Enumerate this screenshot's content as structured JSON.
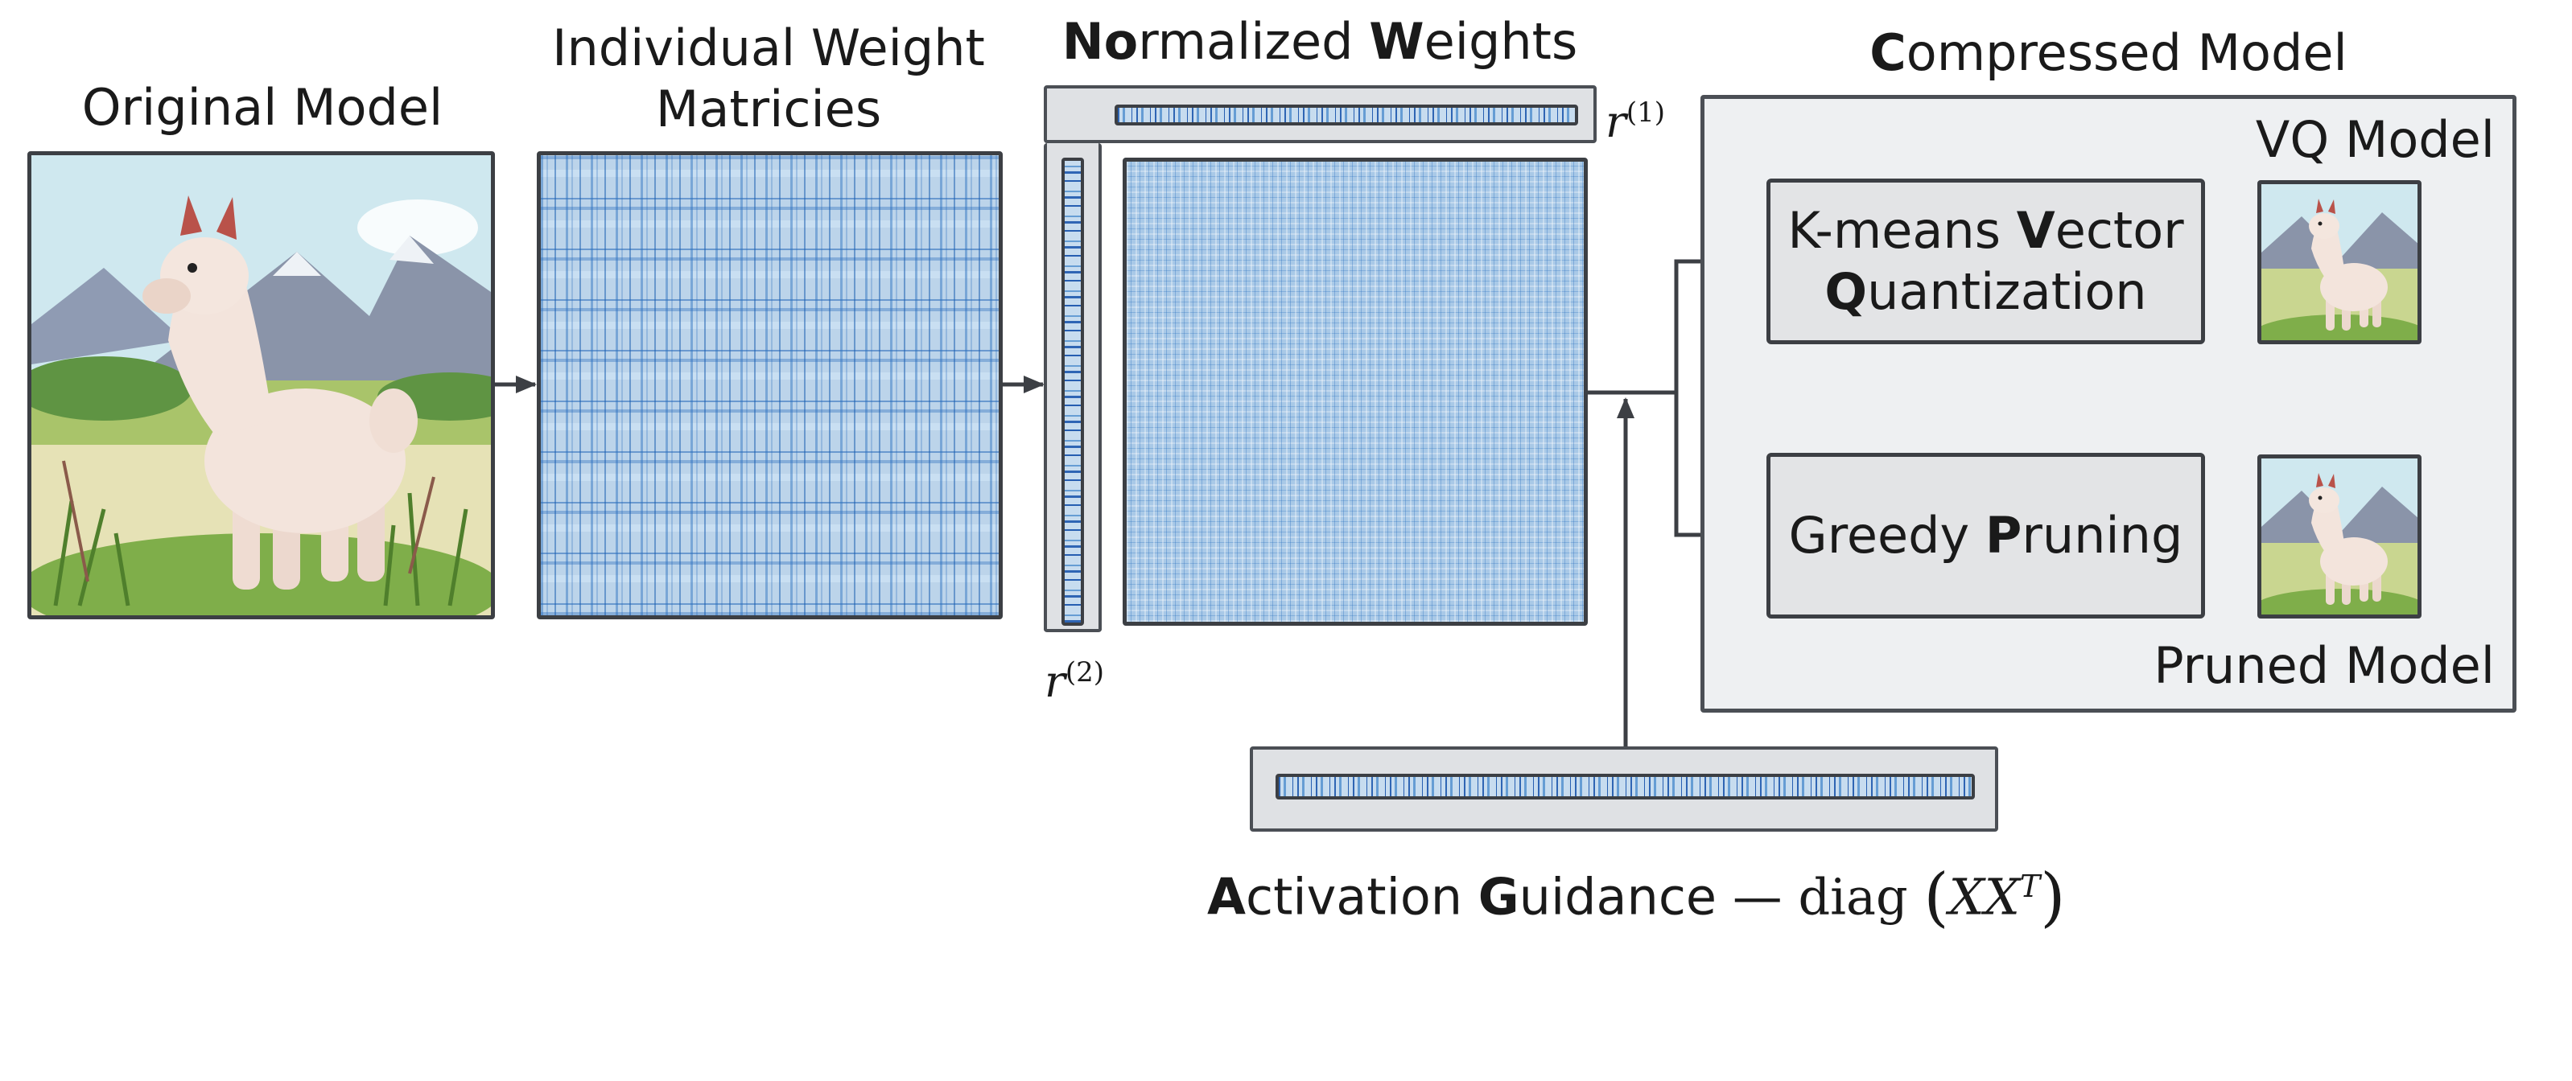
{
  "labels": {
    "original_model": "Original Model",
    "individual_weight_line1": "Individual Weight",
    "individual_weight_line2": "Matricies",
    "normalized_b1": "No",
    "normalized_t1": "rmalized ",
    "normalized_b2": "W",
    "normalized_t2": "eights",
    "compressed_b": "C",
    "compressed_t": "ompressed Model",
    "vq_model": "VQ Model",
    "pruned_model": "Pruned Model",
    "kmeans_t1": "K-means ",
    "kmeans_b1": "V",
    "kmeans_t2": "ector",
    "kmeans_b2": "Q",
    "kmeans_t3": "uantization",
    "greedy_t1": "Greedy ",
    "greedy_b1": "P",
    "greedy_t2": "runing",
    "activation_b1": "A",
    "activation_t1": "ctivation ",
    "activation_b2": "G",
    "activation_t2": "uidance — ",
    "diag": "diag",
    "xxt_x": "XX",
    "xxt_t": "T",
    "r1_base": "r",
    "r1_sup": "(1)",
    "r2_base": "r",
    "r2_sup": "(2)"
  },
  "colors": {
    "matrix_blue": "#bcd4ea",
    "panel_gray": "#eef0f2",
    "box_gray": "#e3e4e6",
    "stroke": "#3c3f44",
    "llama_body": "#f1e3da",
    "grass": "#7fae4a",
    "mountain": "#8c96aa",
    "sky": "#bfe0ea"
  },
  "icons": {
    "llama_images": "llama-illustration",
    "arrows": "arrow-right"
  }
}
